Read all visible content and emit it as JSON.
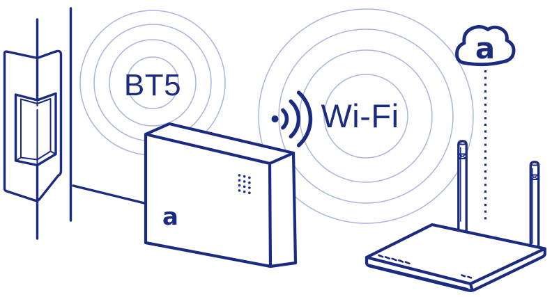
{
  "diagram": {
    "bt5_label": "BT5",
    "wifi_label": "Wi-Fi",
    "bridge_logo": "a",
    "cloud_logo": "a",
    "colors": {
      "primary": "#1b2b80",
      "rings": "#aab5de",
      "background": "#ffffff"
    },
    "icons": {
      "door_strike": "electric-door-strike-icon",
      "bt5_rings": "bluetooth-signal-rings",
      "bridge": "bridge-box-icon",
      "wifi_signal": "wifi-signal-icon",
      "wifi_rings": "wifi-signal-rings",
      "router": "wifi-router-icon",
      "cloud": "cloud-icon",
      "cloud_link": "dotted-connection-line"
    }
  }
}
